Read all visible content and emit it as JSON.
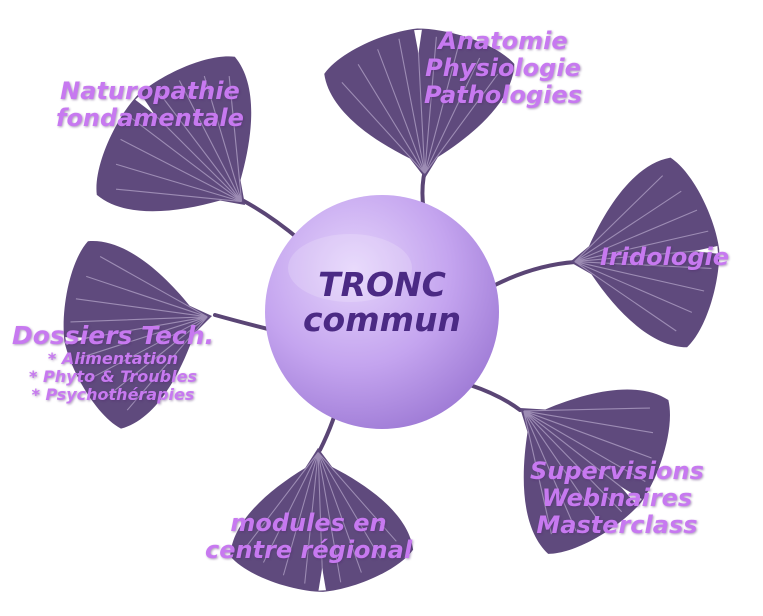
{
  "center": {
    "line1": "TRONC",
    "line2": "commun"
  },
  "branches": {
    "anatomie": [
      "Anatomie",
      "Physiologie",
      "Pathologies"
    ],
    "naturopathie": [
      "Naturopathie",
      "fondamentale"
    ],
    "iridologie": [
      "Iridologie"
    ],
    "dossiers": {
      "title": "Dossiers Tech.",
      "items": [
        "* Alimentation",
        "* Phyto & Troubles",
        "* Psychothérapies"
      ]
    },
    "modules": [
      "modules en",
      "centre régional"
    ],
    "supervisions": [
      "Supervisions",
      "Webinaires",
      "Masterclass"
    ]
  },
  "colors": {
    "leaf": "#5f4a7d",
    "label": "#c779f0",
    "center_circle": "#c4a4ef",
    "center_text": "#4b2a84"
  }
}
